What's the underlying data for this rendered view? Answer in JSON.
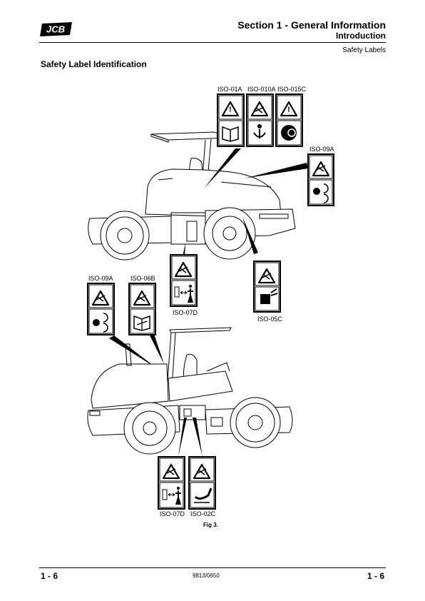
{
  "header": {
    "logo_text": "JCB",
    "section_title": "Section 1 - General Information",
    "section_subtitle": "Introduction",
    "topic": "Safety Labels"
  },
  "page_heading": "Safety Label Identification",
  "figure": {
    "caption": "Fig 3.",
    "labels": {
      "iso_01a": "ISO-01A",
      "iso_010a": "ISO-010A",
      "iso_015c": "ISO-015C",
      "iso_09a_top": "ISO-09A",
      "iso_07d_mid": "ISO-07D",
      "iso_05c": "ISO-05C",
      "iso_09a_left": "ISO-09A",
      "iso_06b": "ISO-06B",
      "iso_07d_bot": "ISO-07D",
      "iso_02c": "ISO-02C"
    }
  },
  "footer": {
    "page_left": "1 - 6",
    "doc_number": "9813/0650",
    "page_right": "1 - 6"
  },
  "colors": {
    "ink": "#000000",
    "paper": "#ffffff",
    "shade": "#bdbdbd"
  }
}
